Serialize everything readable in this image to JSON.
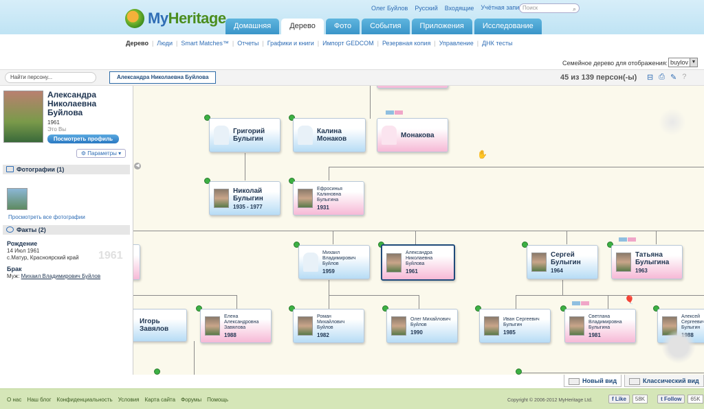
{
  "header": {
    "logo": {
      "part1": "My",
      "part2": "Heritage"
    },
    "user": "Олег Буйлов",
    "language": "Русский",
    "inbox": "Входящие",
    "account": "Учётная запись ▾",
    "search_placeholder": "Поиск"
  },
  "tabs": [
    "Домашняя",
    "Дерево",
    "Фото",
    "События",
    "Приложения",
    "Исследование"
  ],
  "subnav": [
    "Дерево",
    "Люди",
    "Smart Matches™",
    "Отчеты",
    "Графики и книги",
    "Импорт GEDCOM",
    "Резервная копия",
    "Управление",
    "ДНК тесты"
  ],
  "tree_select": {
    "label": "Семейное дерево для отображения:",
    "value": "buylov"
  },
  "toolbar": {
    "find_person": "Найти персону...",
    "breadcrumb": "Александра Николаевна Буйлова",
    "count": "45 из 139 персон(-ы)"
  },
  "profile": {
    "name": "Александра Николаевна Буйлова",
    "year": "1961",
    "you": "Это Вы",
    "view_profile": "Посмотреть профиль",
    "params": "Параметры"
  },
  "photos": {
    "header": "Фотографии (1)",
    "all": "Просмотреть все фотографии"
  },
  "facts": {
    "header": "Факты (2)",
    "birth_label": "Рождение",
    "birth_date": "14 Июл 1961",
    "birth_place": "с.Матур, Красноярский край",
    "birth_year": "1961",
    "marriage_label": "Брак",
    "marriage_prefix": "Муж:",
    "marriage_spouse": "Михаил Владимирович Буйлов"
  },
  "cards": {
    "grigoriy": {
      "name": "Григорий Булыгин"
    },
    "kalina": {
      "name": "Калина Монаков"
    },
    "monakova": {
      "name": "Монакова"
    },
    "nikolay": {
      "name": "Николай Булыгин",
      "years": "1935 - 1977"
    },
    "efrosinya": {
      "name": "Ефросинья Калиновна Булыгина",
      "years": "1931"
    },
    "mikhail": {
      "name": "Михаил Владимирович Буйлов",
      "years": "1959"
    },
    "alexandra": {
      "name": "Александра Николаевна Буйлова",
      "years": "1961"
    },
    "sergey": {
      "name": "Сергей Булыгин",
      "years": "1964"
    },
    "tatyana": {
      "name": "Татьяна Булыгина",
      "years": "1963"
    },
    "igor": {
      "name": "Игорь Завялов"
    },
    "elena": {
      "name": "Елена Александровна Завялова",
      "years": "1988"
    },
    "roman": {
      "name": "Роман Михайлович Буйлов",
      "years": "1982"
    },
    "oleg": {
      "name": "Олег Михайлович Буйлов",
      "years": "1990"
    },
    "ivan": {
      "name": "Иван Сергеевич Булыгин",
      "years": "1985"
    },
    "svetlana": {
      "name": "Светлана Владимировна Булыгина",
      "years": "1981"
    },
    "alexey": {
      "name": "Алексей Сергеевич Булыгин",
      "years": "1988"
    }
  },
  "view_tabs": {
    "new": "Новый вид",
    "classic": "Классический вид"
  },
  "footer": {
    "links": [
      "О нас",
      "Наш блог",
      "Конфиденциальность",
      "Условия",
      "Карта сайта",
      "Форумы",
      "Помощь"
    ],
    "copyright": "Copyright © 2006-2012 MyHeritage Ltd.",
    "like": "Like",
    "like_count": "58K",
    "follow": "Follow",
    "follow_count": "65K"
  },
  "colors": {
    "male": "#b7dcf5",
    "female": "#f6b9d6",
    "accent": "#2f6db5",
    "tab": "#3a95c9"
  }
}
